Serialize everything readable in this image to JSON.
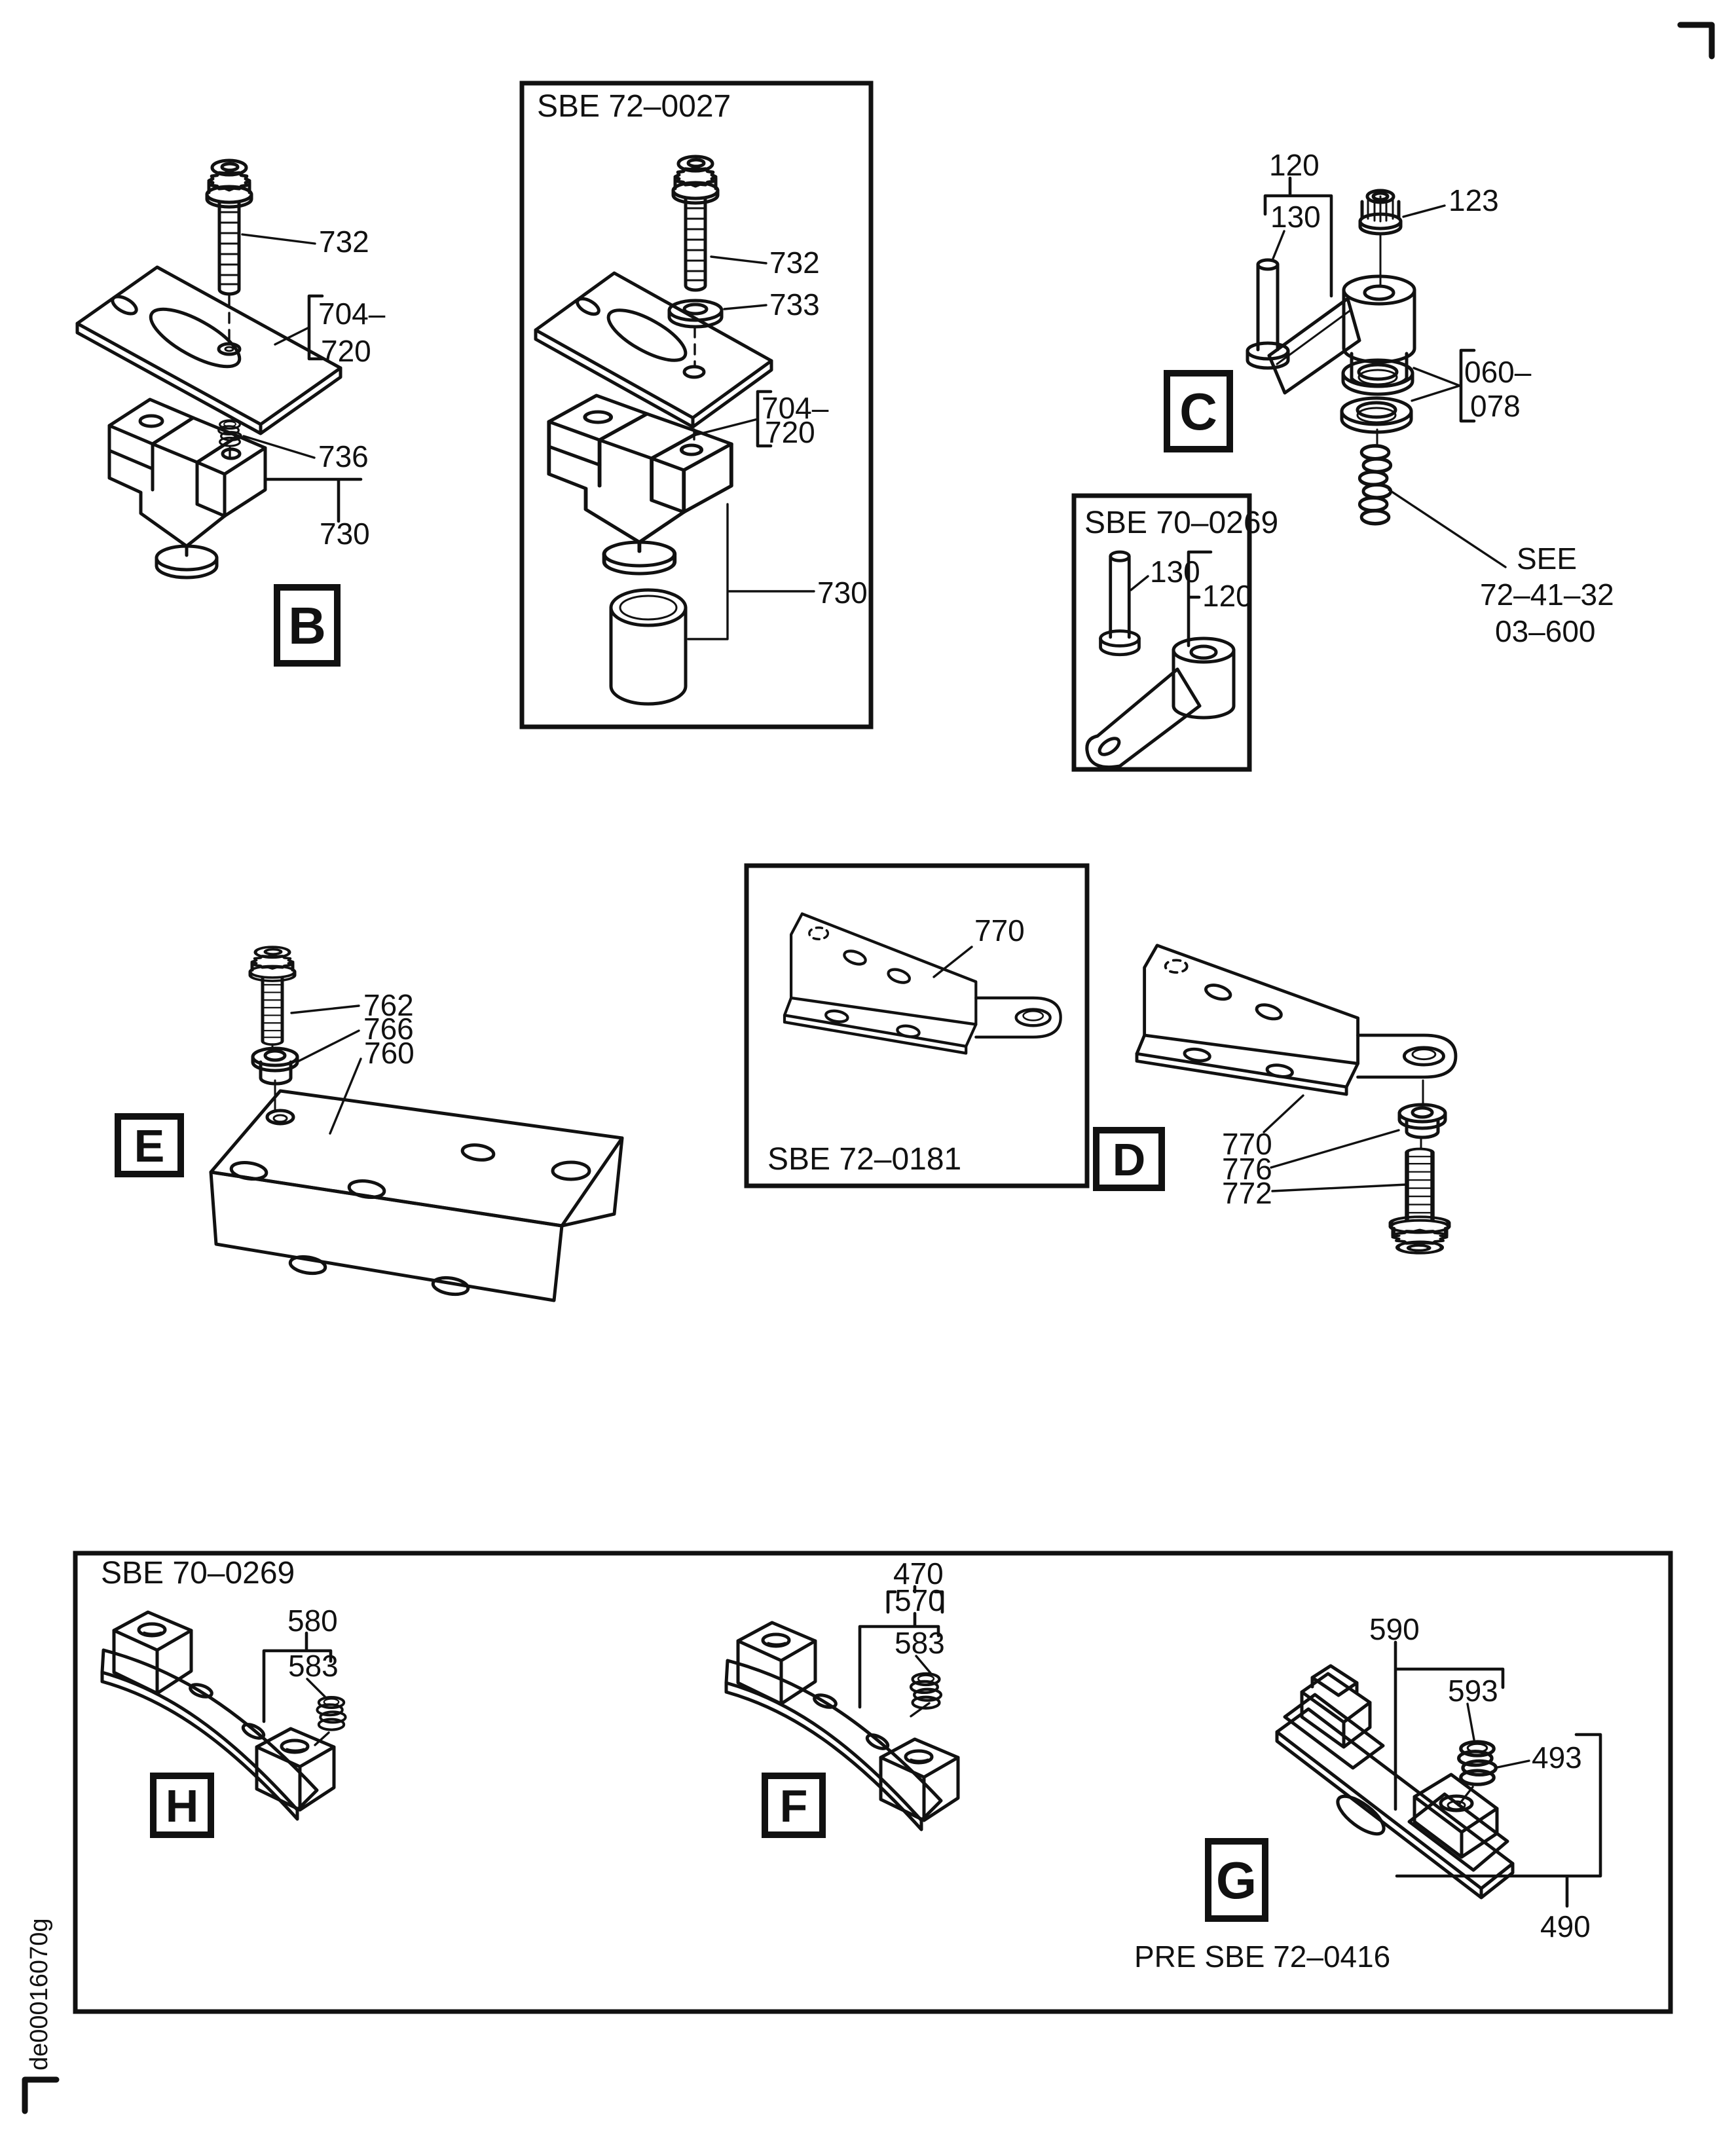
{
  "figure_id": "de00016070g",
  "titles": {
    "box_b_group": "SBE 72–0027",
    "box_c_group": "SBE 70–0269",
    "box_d_group": "SBE 72–0181",
    "bottom_box": "SBE 70–0269",
    "pre_note": "PRE SBE 72–0416"
  },
  "see_note": {
    "line1": "SEE",
    "line2": "72–41–32",
    "line3": "03–600"
  },
  "sections": {
    "B": {
      "tag": "B",
      "bolt": "732",
      "plate_a": "704–",
      "plate_b": "720",
      "spacer": "736",
      "mount": "730"
    },
    "B_boxed": {
      "bolt": "732",
      "washer": "733",
      "plate_a": "704–",
      "plate_b": "720",
      "mount": "730"
    },
    "C": {
      "tag": "C",
      "arm_group": "120",
      "pin": "130",
      "nut": "123",
      "washers_a": "060–",
      "washers_b": "078"
    },
    "C_boxed": {
      "pin": "130",
      "arm": "120"
    },
    "E": {
      "tag": "E",
      "bolt": "762",
      "washer": "766",
      "bracket": "760"
    },
    "D_boxed": {
      "bracket": "770"
    },
    "D": {
      "tag": "D",
      "bracket": "770",
      "bushing": "776",
      "bolt": "772"
    },
    "H": {
      "tag": "H",
      "pad_group": "580",
      "spring": "583"
    },
    "F": {
      "tag": "F",
      "pad_group_a": "470",
      "pad_group_b": "570",
      "spring": "583"
    },
    "G": {
      "tag": "G",
      "nut_group": "590",
      "spring": "593",
      "nut": "493",
      "bar": "490"
    }
  }
}
